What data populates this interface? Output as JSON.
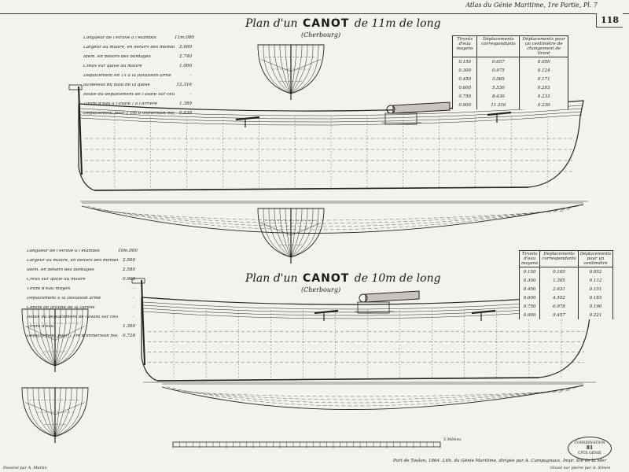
{
  "header": {
    "atlas": "Atlas du Génie Maritime, 1re Partie, Pl. 7",
    "plate": "118"
  },
  "plan1": {
    "title_pre": "Plan d'un",
    "title_word": "CANOT",
    "title_post": "de 11m de long",
    "subtitle": "(Cherbourg)",
    "specs": [
      {
        "label": "Longueur de l'étrave à l'étambot",
        "value": "11m.000"
      },
      {
        "label": "Largeur au maître, en dehors des membres",
        "value": "2.660"
      },
      {
        "label": "Idem. en dehors des bordages",
        "value": "2.740"
      },
      {
        "label": "Creux sur quille au maître",
        "value": "1.000"
      },
      {
        "label": "Déplacement en Tx à la flottaison armé",
        "value": "–"
      },
      {
        "label": "au-dessus du haut de la quille",
        "value": "12.316"
      },
      {
        "label": "Route du déplacement de l'avant sur celui de",
        "value": "–"
      },
      {
        "label": "Tirant d'eau à l'avant / à l'arrière",
        "value": "1.389"
      },
      {
        "label": "Déplacement pour 1 cm d'immersion moyen",
        "value": "0.838"
      }
    ],
    "table": {
      "headers": [
        "Tirants d'eau moyens",
        "Déplacements correspondants",
        "Déplacements pour un centimètre de changement de tirant"
      ],
      "rows": [
        [
          "0.150",
          "0.657",
          "0.050"
        ],
        [
          "0.300",
          "0.975",
          "0.124"
        ],
        [
          "0.450",
          "3.065",
          "0.171"
        ],
        [
          "0.600",
          "5.530",
          "0.203"
        ],
        [
          "0.750",
          "8.430",
          "0.233"
        ],
        [
          "0.900",
          "11.316",
          "0.230"
        ]
      ]
    }
  },
  "plan2": {
    "title_pre": "Plan d'un",
    "title_word": "CANOT",
    "title_post": "de 10m de long",
    "subtitle": "(Cherbourg)",
    "specs": [
      {
        "label": "Longueur de l'étrave à l'étambot",
        "value": "10m.000"
      },
      {
        "label": "Largeur au maître, en dehors des membres",
        "value": "2.500"
      },
      {
        "label": "Idem. en dehors des bordages",
        "value": "2.580"
      },
      {
        "label": "Creux sur quille au maître",
        "value": "0.960"
      },
      {
        "label": "Tirant d'eau moyen",
        "value": "–"
      },
      {
        "label": "Déplacement à la flottaison armé",
        "value": "–"
      },
      {
        "label": "Centre de gravité de la carène",
        "value": "–"
      },
      {
        "label": "Route du déplacement de l'avant sur celui de",
        "value": "–"
      },
      {
        "label": "Tirant d'eau",
        "value": "1.300"
      },
      {
        "label": "Déplacement pour 1 cm d'immersion moyen",
        "value": "0.728"
      }
    ],
    "table": {
      "headers": [
        "Tirants d'eau moyens",
        "Déplacements correspondants",
        "Déplacements pour un centimètre"
      ],
      "rows": [
        [
          "0.150",
          "0.105",
          "0.052"
        ],
        [
          "0.300",
          "1.305",
          "0.112"
        ],
        [
          "0.450",
          "2.631",
          "0.151"
        ],
        [
          "0.600",
          "4.552",
          "0.183"
        ],
        [
          "0.750",
          "6.978",
          "0.190"
        ],
        [
          "0.900",
          "9.457",
          "0.221"
        ]
      ]
    }
  },
  "footer": {
    "left": "Dessiné par A. Martin",
    "credit": "Port de Toulon, 1864. Lith. du Génie Maritime, dirigée par A. Campagnaux, Impr. Sté de la Mer",
    "right": "Gravé sur pierre par A. Simon",
    "scale": "5 Mètres",
    "stamp_line1": "CONSERVATION",
    "stamp_line2": "81",
    "stamp_line3": "CPTE GÉNIE"
  }
}
